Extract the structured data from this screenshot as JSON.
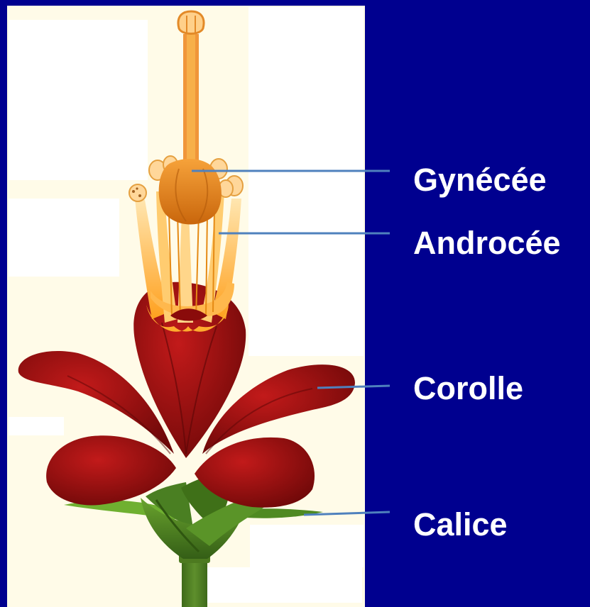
{
  "labels": {
    "gynecee": "Gynécée",
    "androcee": "Androcée",
    "corolle": "Corolle",
    "calice": "Calice"
  },
  "colors": {
    "background": "#00008f",
    "leader_line": "#4f81bd",
    "petal": "#9e1010",
    "stamen": "#ffb84d",
    "pistil": "#e07a12",
    "sepal": "#4a7f22",
    "label_text": "#ffffff"
  }
}
